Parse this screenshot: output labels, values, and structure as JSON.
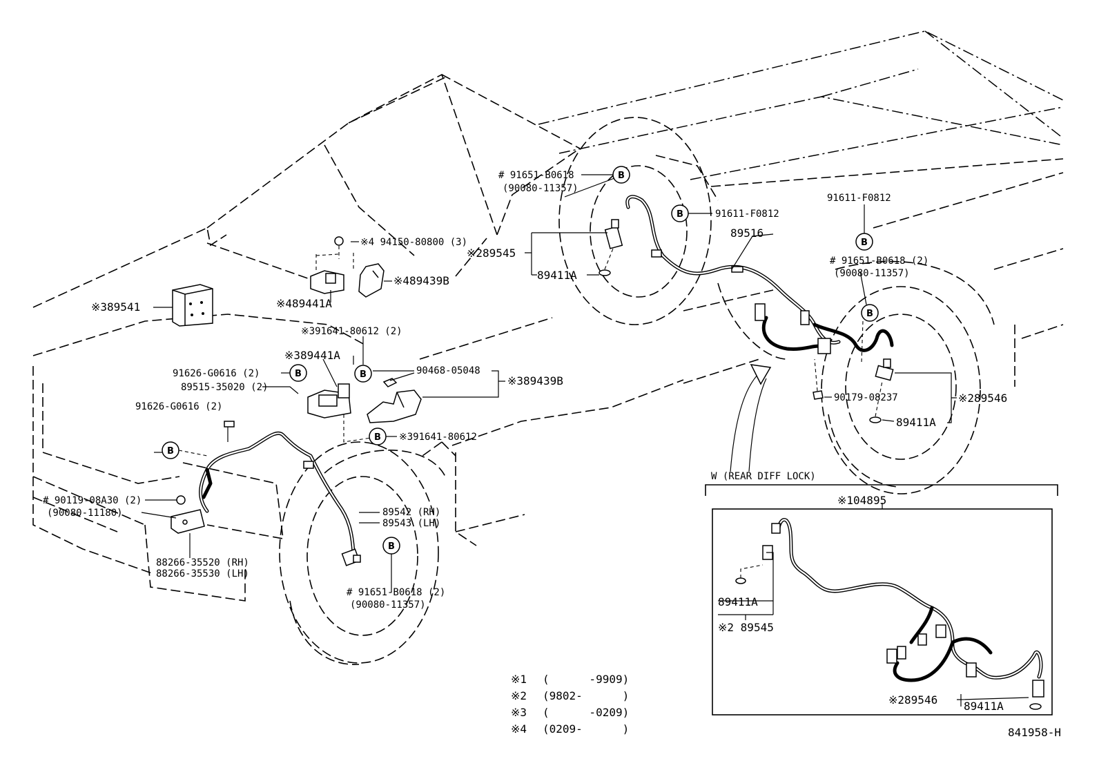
{
  "labels": {
    "l_89541": "※389541",
    "l_94150": "※4 94150-80800 (3)",
    "l_89439b_top": "※489439B",
    "l_89441a_top": "※489441A",
    "l_91641_top": "※391641-80612 (2)",
    "l_89441a_mid": "※389441A",
    "l_91626_a": "91626-G0616 (2)",
    "l_89515": "89515-35020 (2)",
    "l_91626_b": "91626-G0616 (2)",
    "l_90468": "90468-05048",
    "l_89439b_mid": "※389439B",
    "l_91641_mid": "※391641-80612",
    "l_90119": "# 90119-08A30 (2)",
    "l_90080_11180": "(90080-11180)",
    "l_89542": "89542 (RH)",
    "l_89543": "89543 (LH)",
    "l_88266_rh": "88266-35520 (RH)",
    "l_88266_lh": "88266-35530 (LH)",
    "l_91651_front": "# 91651-B0618 (2)",
    "l_90080_front": "(90080-11357)",
    "l_91651_top": "# 91651-B0618",
    "l_90080_top": "(90080-11357)",
    "l_91611_mid": "91611-F0812",
    "l_89516": "89516",
    "l_89545": "※289545",
    "l_89411a_a": "89411A",
    "l_91611_right": "91611-F0812",
    "l_91651_right": "# 91651-B0618 (2)",
    "l_90080_right": "(90080-11357)",
    "l_90179": "90179-08237",
    "l_89546": "※289546",
    "l_89411a_b": "89411A",
    "inset_title": "W  (REAR DIFF LOCK)",
    "inset_part": "※104895",
    "inset_89411a_a": "89411A",
    "inset_89545": "※2 89545",
    "inset_89546": "※289546",
    "inset_89411a_b": "89411A",
    "circle_letter": "B"
  },
  "legend": [
    {
      "mark": "※1",
      "range": "(      -9909)"
    },
    {
      "mark": "※2",
      "range": "(9802-      )"
    },
    {
      "mark": "※3",
      "range": "(      -0209)"
    },
    {
      "mark": "※4",
      "range": "(0209-      )"
    }
  ],
  "figure_code": "841958-H"
}
